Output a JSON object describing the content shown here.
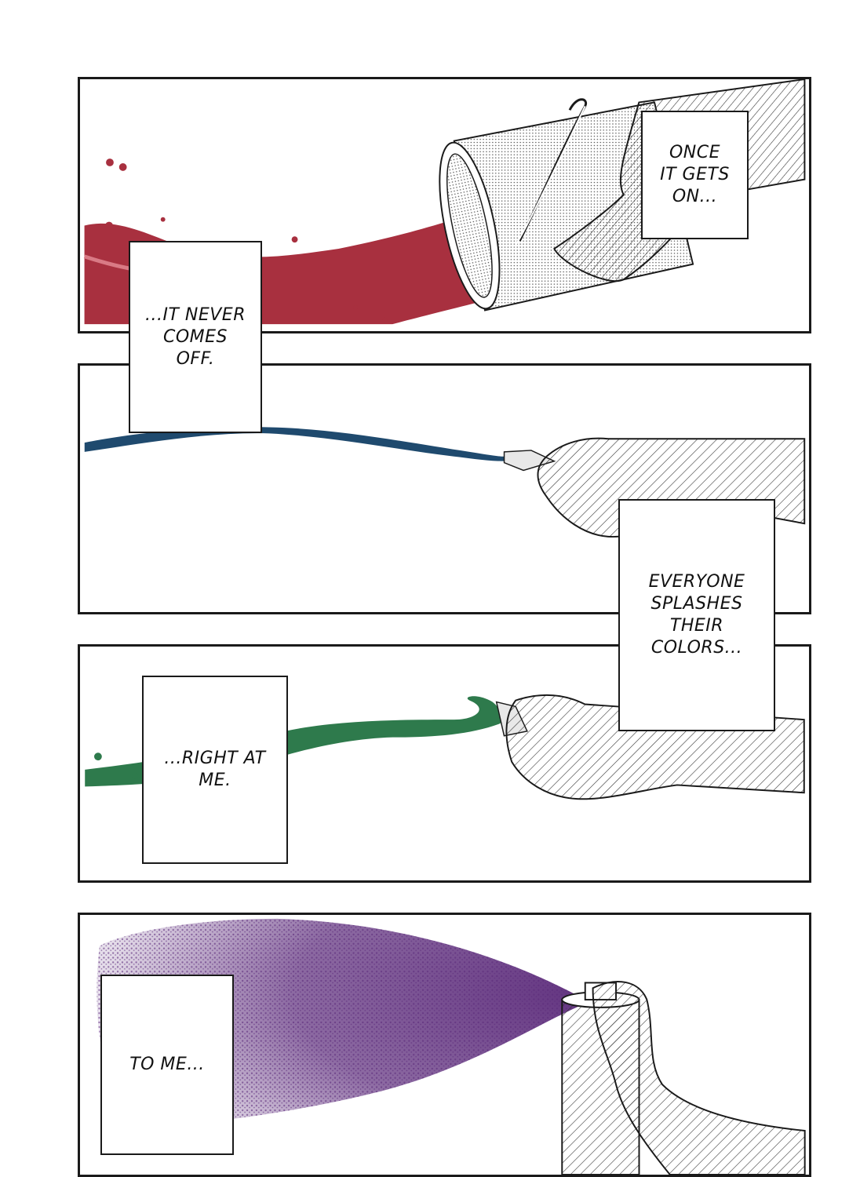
{
  "captions": {
    "once": "ONCE\nIT GETS\nON...",
    "never": "...IT NEVER\nCOMES\nOFF.",
    "everyone": "EVERYONE\nSPLASHES\nTHEIR\nCOLORS...",
    "right_at_me": "...RIGHT AT\nME.",
    "to_me": "TO ME..."
  },
  "colors": {
    "red_paint": "#a8303f",
    "blue_paint": "#1f4a6e",
    "green_paint": "#2e7a4c",
    "purple_spray": "#5b2a7a",
    "ink": "#1a1a1a"
  },
  "icons": [
    "paint-bucket-icon",
    "hand-icon",
    "squeeze-bottle-icon",
    "spray-can-icon"
  ]
}
